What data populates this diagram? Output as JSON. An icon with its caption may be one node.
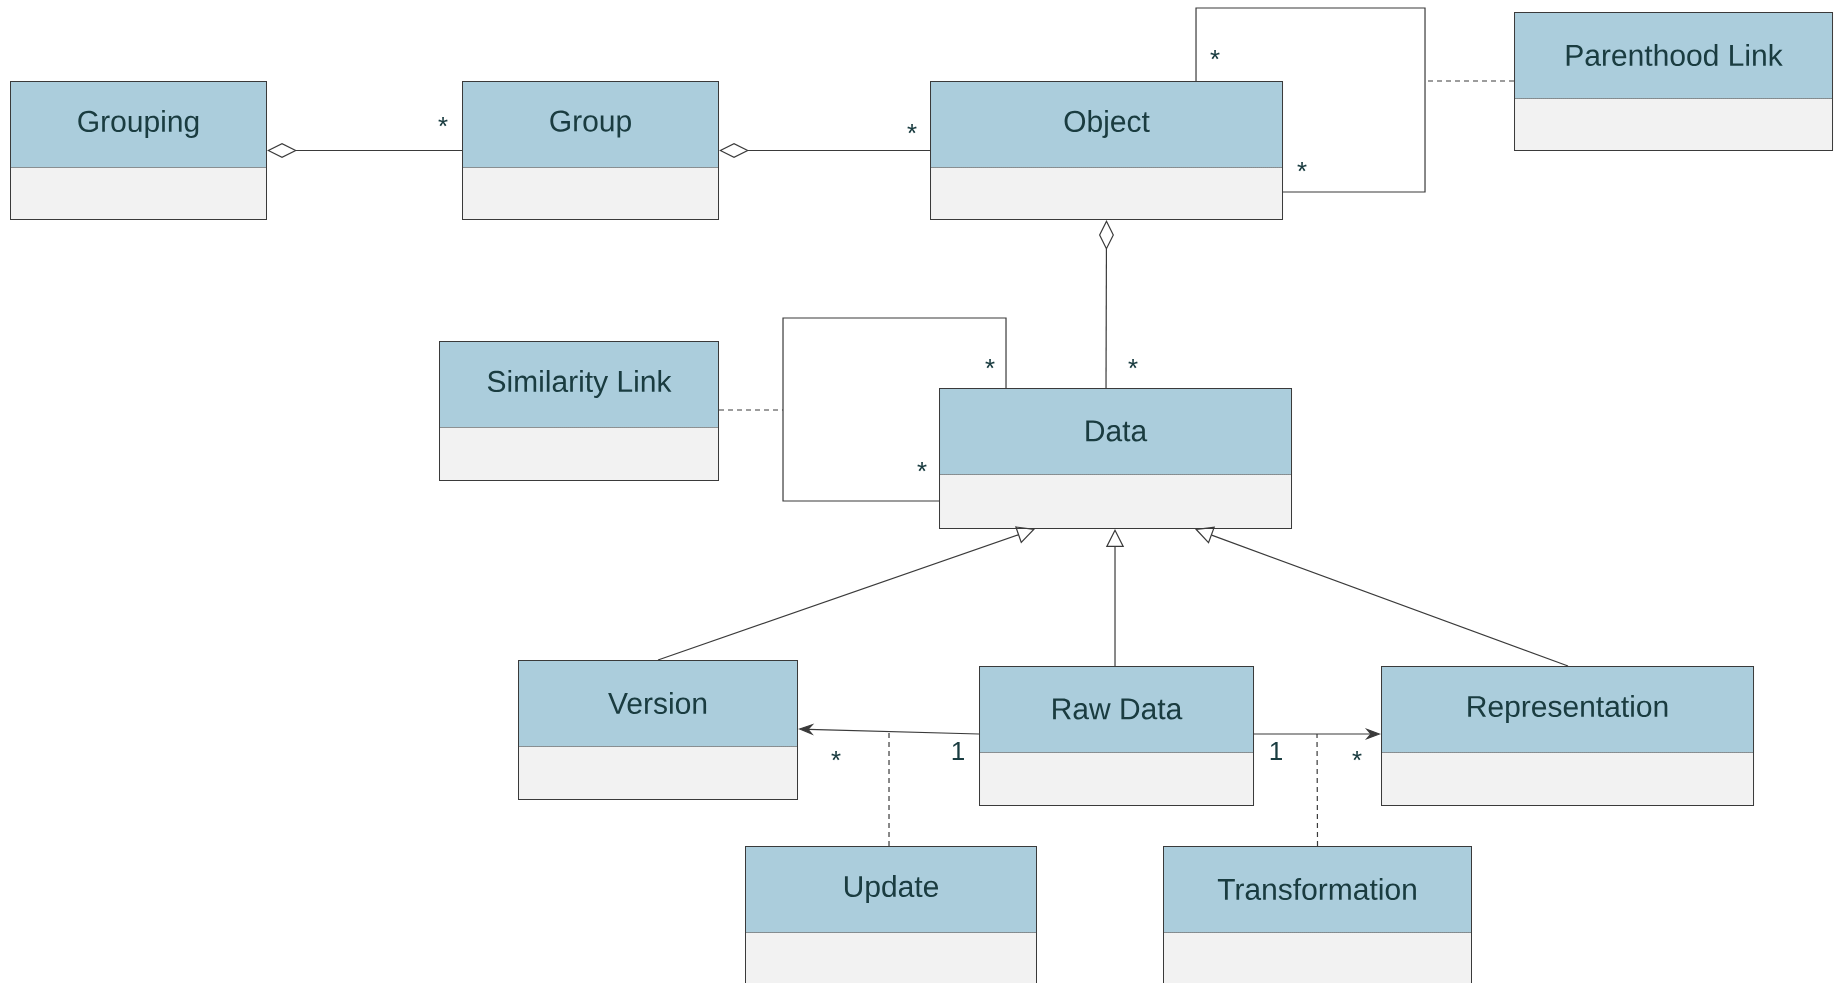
{
  "diagram": {
    "nodes": [
      {
        "text": [
          "Grouping"
        ]
      },
      {
        "text": [
          "Group"
        ]
      },
      {
        "text": [
          "Object"
        ]
      },
      {
        "text": [
          "Parenthood Link"
        ]
      },
      {
        "text": [
          "Similarity Link"
        ]
      },
      {
        "text": [
          "Data"
        ]
      },
      {
        "text": [
          "Version"
        ]
      },
      {
        "text": [
          "Raw Data"
        ]
      },
      {
        "text": [
          "Representation"
        ]
      },
      {
        "text": [
          "Update"
        ]
      },
      {
        "text": [
          "Transformation"
        ]
      }
    ],
    "edges": [
      {
        "from": 1,
        "to": 0,
        "arrow": "other"
      },
      {
        "from": 2,
        "to": 1,
        "arrow": "other"
      },
      {
        "from": 2,
        "to": 2,
        "arrow": "none"
      },
      {
        "from": 3,
        "to": null,
        "arrow": "none",
        "style": "dashed"
      },
      {
        "from": 5,
        "to": 2,
        "arrow": "other"
      },
      {
        "from": 5,
        "to": 5,
        "arrow": "none"
      },
      {
        "from": 4,
        "to": null,
        "arrow": "none",
        "style": "dashed"
      },
      {
        "from": 6,
        "to": 5,
        "arrow": "to"
      },
      {
        "from": 7,
        "to": 5,
        "arrow": "to"
      },
      {
        "from": 8,
        "to": 5,
        "arrow": "to"
      },
      {
        "from": 7,
        "to": 6,
        "arrow": "to"
      },
      {
        "from": 7,
        "to": 8,
        "arrow": "to"
      },
      {
        "from": 9,
        "to": null,
        "arrow": "none",
        "style": "dashed"
      },
      {
        "from": 10,
        "to": null,
        "arrow": "none",
        "style": "dashed"
      }
    ],
    "labels": [
      "*",
      "*",
      "*",
      "*",
      "*",
      "*",
      "*",
      "1",
      "1",
      "*",
      "*"
    ]
  }
}
